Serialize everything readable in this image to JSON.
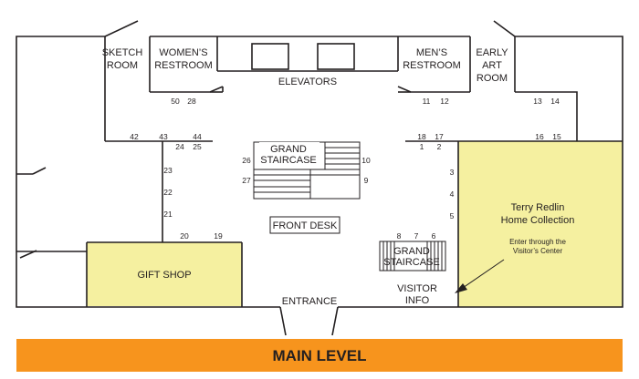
{
  "colors": {
    "wall": "#231f20",
    "highlight": "#f5f0a0",
    "banner": "#f7941d",
    "banner_text": "#231f20"
  },
  "banner": {
    "title": "MAIN LEVEL"
  },
  "rooms": {
    "sketch_room": [
      "SKETCH",
      "ROOM"
    ],
    "womens_restroom": [
      "WOMEN’S",
      "RESTROOM"
    ],
    "elevators": "ELEVATORS",
    "mens_restroom": [
      "MEN’S",
      "RESTROOM"
    ],
    "early_art_room": [
      "EARLY",
      "ART",
      "ROOM"
    ],
    "grand_staircase_center": [
      "GRAND",
      "STAIRCASE"
    ],
    "front_desk": "FRONT DESK",
    "grand_staircase_right": [
      "GRAND",
      "STAIRCASE"
    ],
    "gift_shop": "GIFT SHOP",
    "entrance": "ENTRANCE",
    "visitor_info": [
      "VISITOR",
      "INFO"
    ],
    "home_collection": [
      "Terry Redlin",
      "Home Collection"
    ],
    "enter_note": [
      "Enter through the",
      "Visitor’s Center"
    ]
  },
  "gallery_numbers": {
    "n50": "50",
    "n28": "28",
    "n11": "11",
    "n12": "12",
    "n13": "13",
    "n14": "14",
    "n42": "42",
    "n43": "43",
    "n44": "44",
    "n24": "24",
    "n25": "25",
    "n18": "18",
    "n17": "17",
    "n1": "1",
    "n2": "2",
    "n16": "16",
    "n15": "15",
    "n26": "26",
    "n10": "10",
    "n27": "27",
    "n9": "9",
    "n23": "23",
    "n22": "22",
    "n21": "21",
    "n20": "20",
    "n19": "19",
    "n3": "3",
    "n4": "4",
    "n5": "5",
    "n8": "8",
    "n7": "7",
    "n6": "6"
  }
}
